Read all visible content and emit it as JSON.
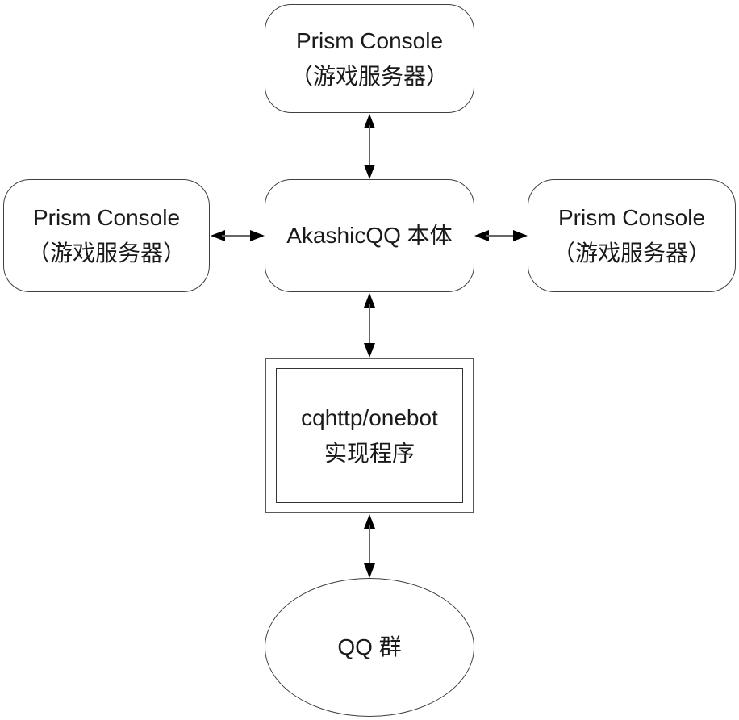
{
  "diagram": {
    "background_color": "#ffffff",
    "box_border_color": "#3f3f3f",
    "arrow_shaft_color": "#666666",
    "arrow_head_color": "#000000",
    "text_color": "#1a1a1a",
    "nodes": {
      "prism_top": {
        "shape": "rounded-rectangle",
        "line1": "Prism Console",
        "line2": "（游戏服务器）"
      },
      "prism_left": {
        "shape": "rounded-rectangle",
        "line1": "Prism Console",
        "line2": "（游戏服务器）"
      },
      "akashicqq": {
        "shape": "rounded-rectangle",
        "line1": "AkashicQQ 本体"
      },
      "prism_right": {
        "shape": "rounded-rectangle",
        "line1": "Prism Console",
        "line2": "（游戏服务器）"
      },
      "cqhttp": {
        "shape": "double-rectangle",
        "line1": "cqhttp/onebot",
        "line2": "实现程序"
      },
      "qq_group": {
        "shape": "ellipse",
        "line1": "QQ 群"
      }
    },
    "edges": [
      {
        "from": "prism_top",
        "to": "akashicqq",
        "type": "bidirectional"
      },
      {
        "from": "prism_left",
        "to": "akashicqq",
        "type": "bidirectional"
      },
      {
        "from": "akashicqq",
        "to": "prism_right",
        "type": "bidirectional"
      },
      {
        "from": "akashicqq",
        "to": "cqhttp",
        "type": "bidirectional"
      },
      {
        "from": "cqhttp",
        "to": "qq_group",
        "type": "bidirectional"
      }
    ]
  }
}
